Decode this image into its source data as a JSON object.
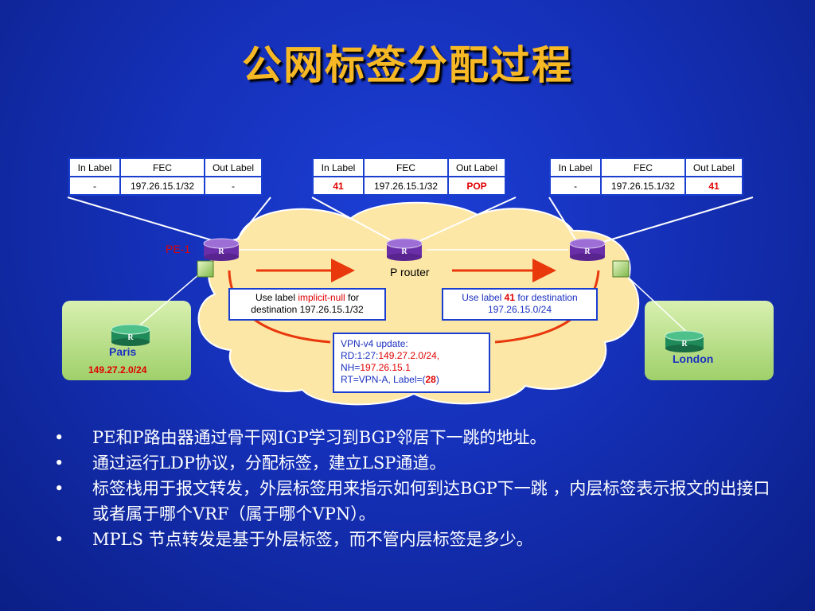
{
  "title": "公网标签分配过程",
  "headers": {
    "in_label": "In Label",
    "fec": "FEC",
    "out_label": "Out Label"
  },
  "tables": [
    {
      "in": "-",
      "fec": "197.26.15.1/32",
      "out": "-"
    },
    {
      "in": "41",
      "fec": "197.26.15.1/32",
      "out": "POP"
    },
    {
      "in": "-",
      "fec": "197.26.15.1/32",
      "out": "41"
    }
  ],
  "labels": {
    "pe1": "PE-1",
    "p_router": "P router",
    "paris": "Paris",
    "paris_prefix": "149.27.2.0/24",
    "london": "London",
    "router_glyph": "R"
  },
  "box_left": {
    "p1": "Use label ",
    "hl": "implicit-null",
    "p2": " for",
    "line2": "destination 197.26.15.1/32"
  },
  "box_right": {
    "p1": "Use label ",
    "hl": "41",
    "p2": "  for destination",
    "line2": "197.26.15.0/24"
  },
  "vpn_box": {
    "line1": "VPN-v4 update:",
    "rd_prefix": "RD:1:27:",
    "rd_value": "149.27.2.0/24,",
    "nh_prefix": "NH=",
    "nh_value": "197.26.15.1",
    "rt_prefix": " RT=VPN-A, Label=(",
    "rt_value": "28",
    "rt_suffix": ")"
  },
  "bullets": [
    "PE和P路由器通过骨干网IGP学习到BGP邻居下一跳的地址。",
    "通过运行LDP协议，分配标签，建立LSP通道。",
    "标签栈用于报文转发，外层标签用来指示如何到达BGP下一跳 ，内层标签表示报文的出接口或者属于哪个VRF（属于哪个VPN）。",
    "MPLS 节点转发是基于外层标签，而不管内层标签是多少。"
  ],
  "colors": {
    "title": "#f7b825",
    "cloud": "#fde7a6",
    "site": "#b7e08a",
    "router": "#8040c0",
    "arrow": "#e8380c",
    "highlight": "#e00000",
    "link": "#ffffff"
  }
}
